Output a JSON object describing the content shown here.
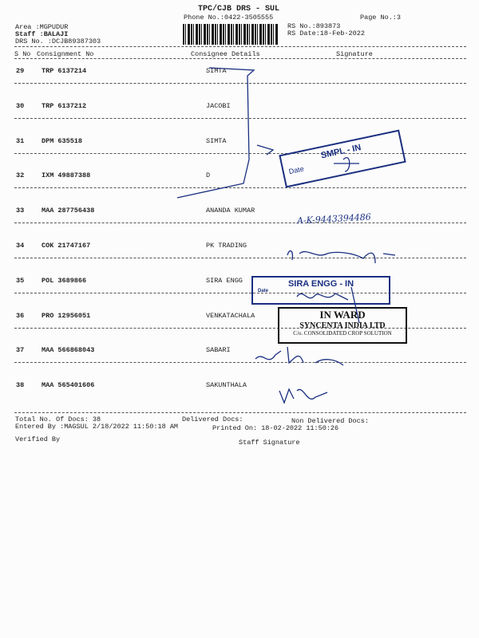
{
  "header": {
    "title": "TPC/CJB  DRS - SUL",
    "phone": "Phone No.:0422-3505555",
    "page_no": "Page No.:3",
    "area": "Area :MGPUDUR",
    "staff": "Staff :BALAJI",
    "drs_no": "DRS No. :DCJB89387303",
    "rs_no": "RS No.:893873",
    "rs_date": "RS Date:18-Feb-2022"
  },
  "columns": {
    "sno": "S No",
    "consignment": "Consignment No",
    "consignee": "Consignee Details",
    "signature": "Signature"
  },
  "rows": [
    {
      "sno": "29",
      "consignment": "TRP 6137214",
      "consignee": "SIMTA"
    },
    {
      "sno": "30",
      "consignment": "TRP 6137212",
      "consignee": "JACOBI"
    },
    {
      "sno": "31",
      "consignment": "DPM 635518",
      "consignee": "SIMTA"
    },
    {
      "sno": "32",
      "consignment": "IXM 49887388",
      "consignee": "D"
    },
    {
      "sno": "33",
      "consignment": "MAA 287756438",
      "consignee": "ANANDA KUMAR"
    },
    {
      "sno": "34",
      "consignment": "COK 21747167",
      "consignee": "PK TRADING"
    },
    {
      "sno": "35",
      "consignment": "POL 3689866",
      "consignee": "SIRA ENGG"
    },
    {
      "sno": "36",
      "consignment": "PRO 12956051",
      "consignee": "VENKATACHALA"
    },
    {
      "sno": "37",
      "consignment": "MAA 566868043",
      "consignee": "SABARI"
    },
    {
      "sno": "38",
      "consignment": "MAA 565401606",
      "consignee": "SAKUNTHALA"
    }
  ],
  "footer": {
    "total": "Total No. Of Docs:  38",
    "delivered": "Delivered Docs:",
    "non_delivered": "Non Delivered Docs:",
    "entered_by": "Entered By :MAGSUL 2/18/2022 11:50:18 AM",
    "printed_on": "Printed On: 18-02-2022 11:50:26",
    "verified_by": "Verified By",
    "staff_signature": "Staff Signature"
  },
  "stamps": {
    "smpl": "SMPL - IN",
    "smpl_date": "Date",
    "sira": "SIRA ENGG - IN",
    "sira_date": "Date",
    "inward": "IN WARD",
    "syncenta": "SYNCENTA INDIA LTD",
    "co": "C/o. CONSOLIDATED CROP SOLUTION"
  },
  "handwriting": {
    "row33": "A-K-9443394486"
  }
}
